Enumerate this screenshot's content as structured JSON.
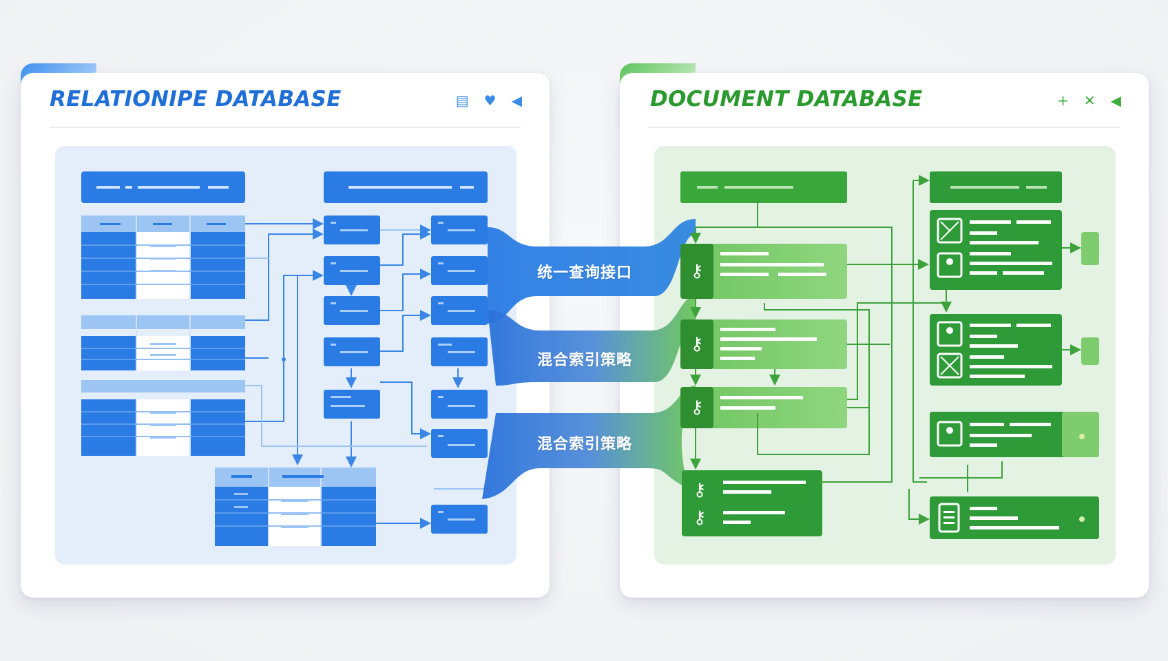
{
  "left_panel": {
    "title": "RELATIONIPE DATABASE",
    "icons": [
      "database-icon",
      "heart-icon",
      "arrow-left-icon"
    ],
    "accent": "#2a7be4"
  },
  "right_panel": {
    "title": "DOCUMENT DATABASE",
    "icons": [
      "plus-icon",
      "close-icon",
      "arrow-left-icon"
    ],
    "accent": "#3aa73a"
  },
  "bridges": [
    {
      "label": "统一查询接口"
    },
    {
      "label": "混合索引策略"
    },
    {
      "label": "混合索引策略"
    }
  ],
  "colors": {
    "blue": "#2a7be4",
    "blue_light": "#9cc5f4",
    "green_dark": "#2f9a38",
    "green_light": "#7fcc6f"
  }
}
